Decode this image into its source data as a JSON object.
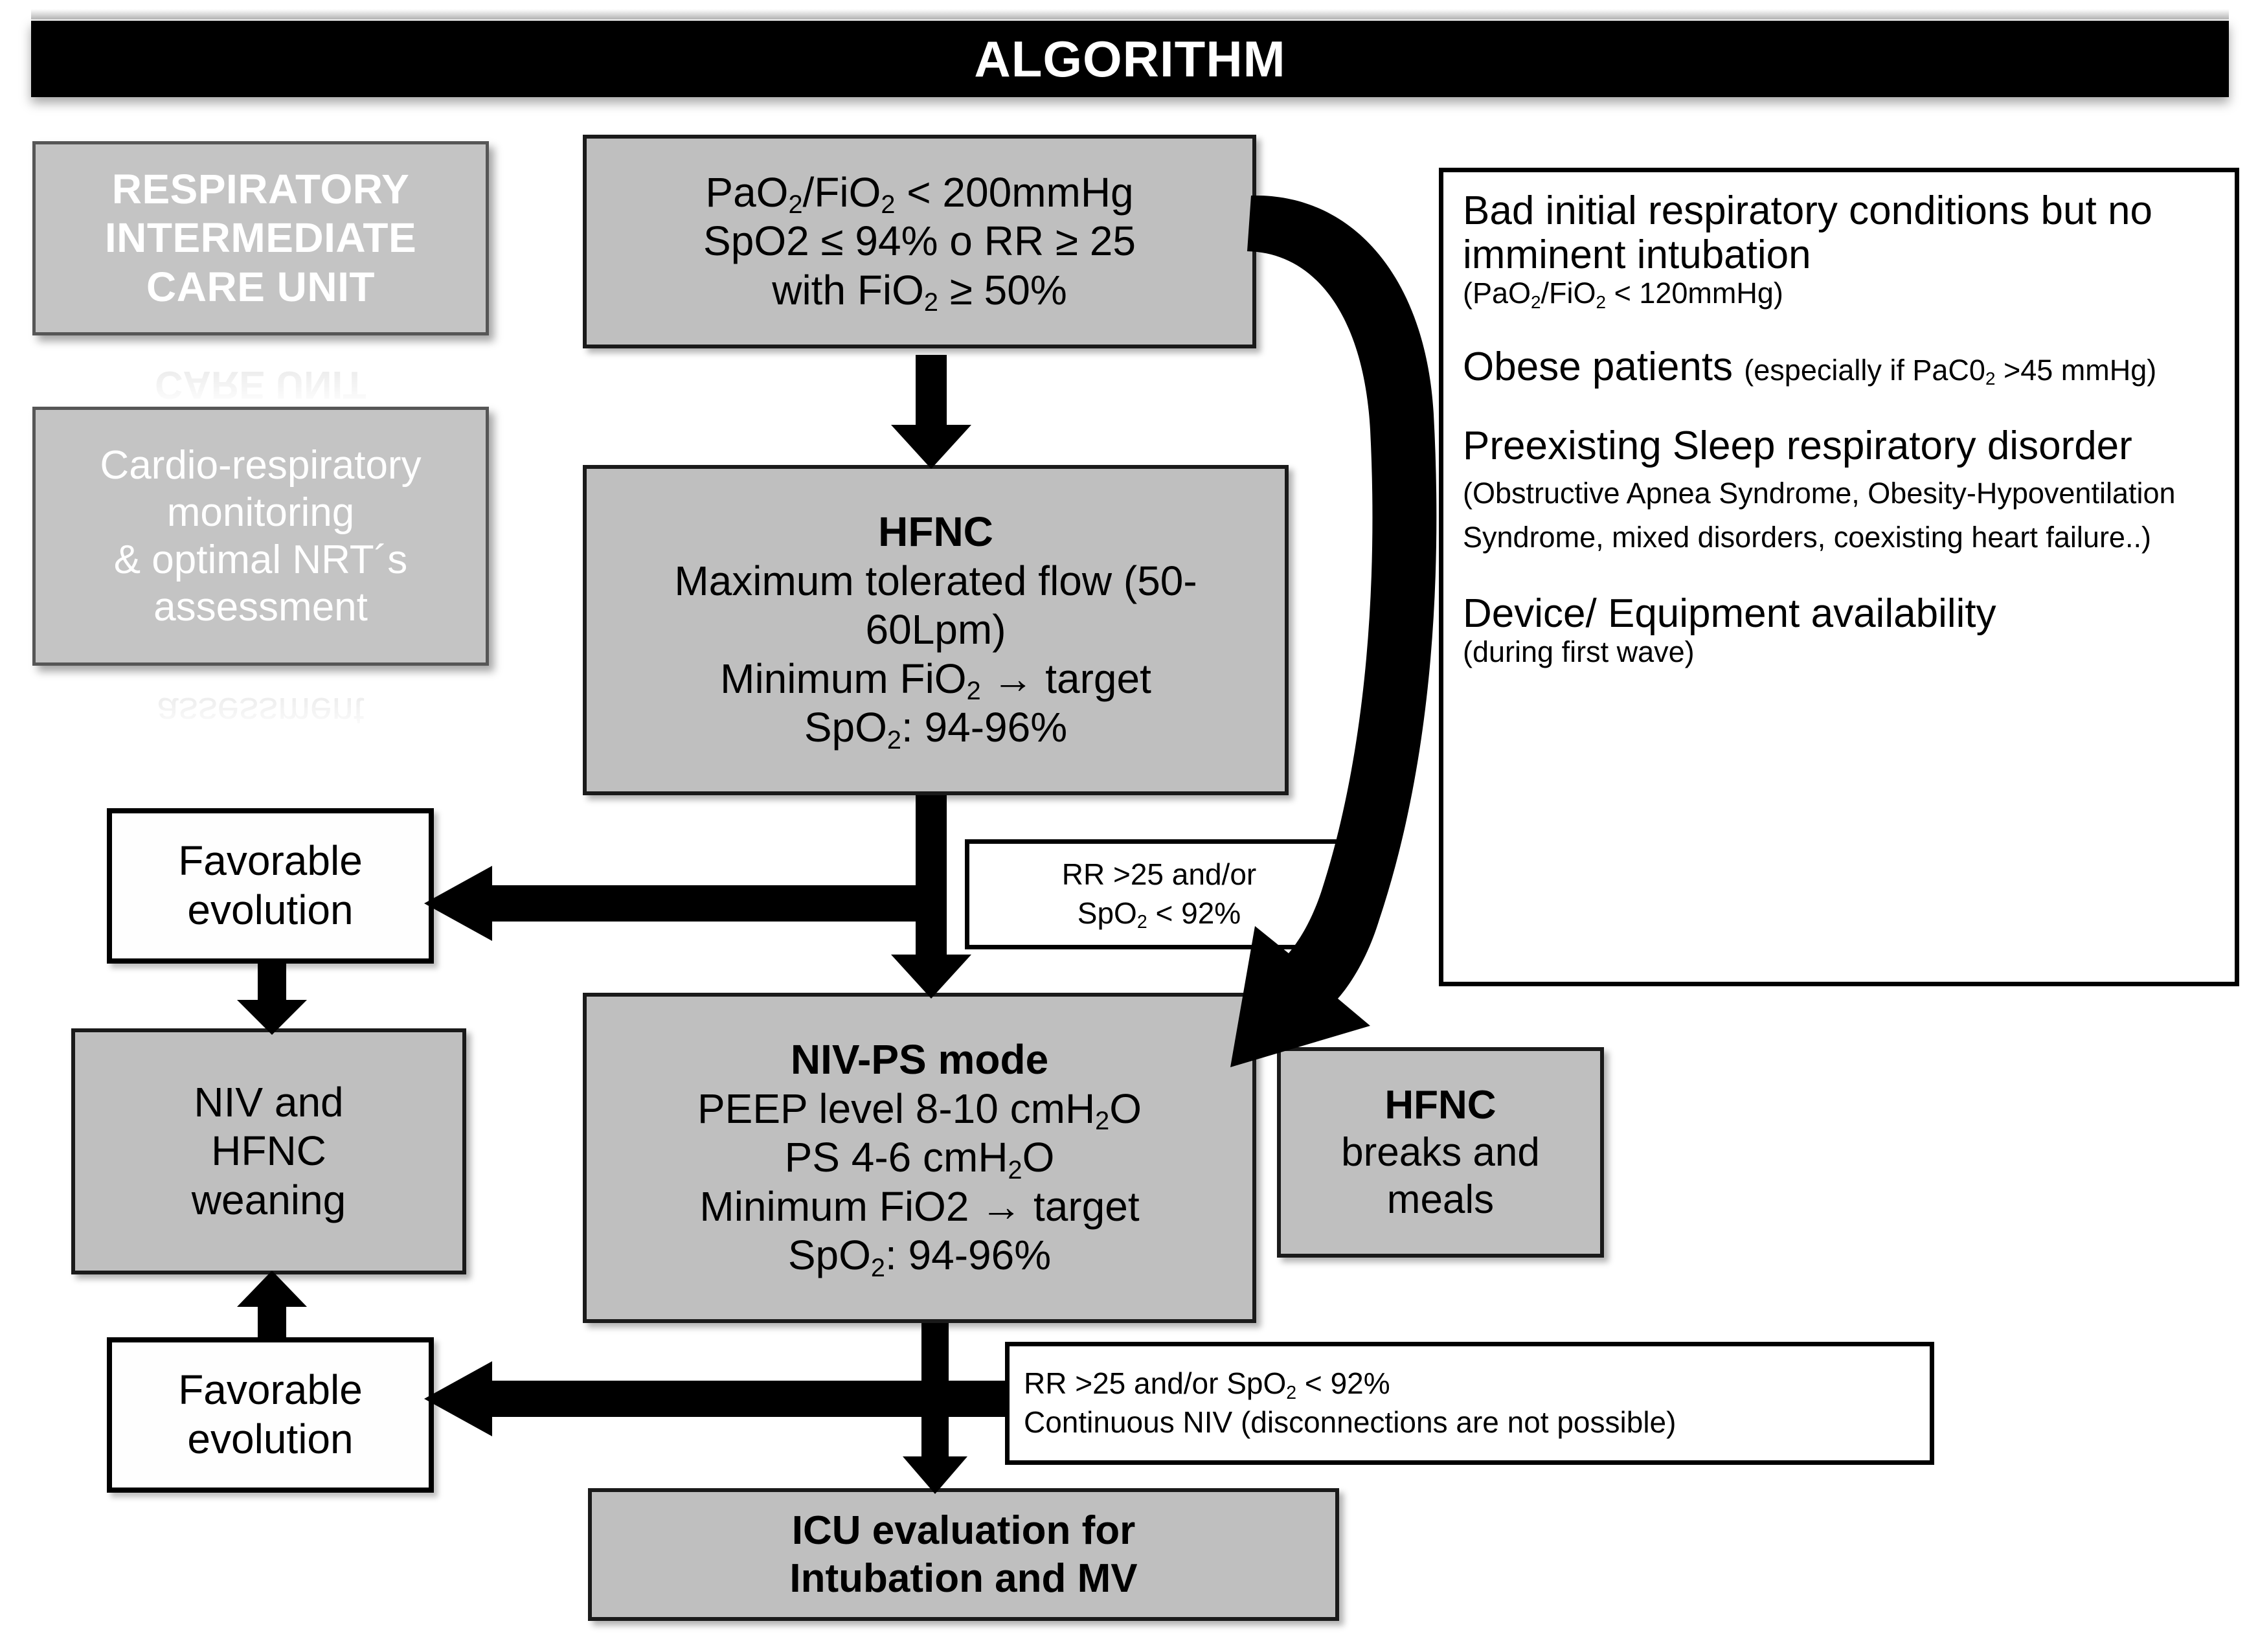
{
  "header": {
    "title": "ALGORITHM"
  },
  "left_column": {
    "unit_box": {
      "lines": [
        "RESPIRATORY",
        "INTERMEDIATE",
        "CARE UNIT"
      ]
    },
    "unit_box_reflection": "CARE UNIT",
    "monitoring_box": {
      "lines": [
        "Cardio-respiratory",
        "monitoring",
        "& optimal NRT´s",
        "assessment"
      ]
    },
    "monitoring_box_reflection": "assessment",
    "favorable_evolution_top": {
      "lines": [
        "Favorable",
        "evolution"
      ]
    },
    "weaning_box": {
      "lines": [
        "NIV and",
        "HFNC",
        "weaning"
      ]
    },
    "favorable_evolution_bottom": {
      "lines": [
        "Favorable",
        "evolution"
      ]
    }
  },
  "main_flow": {
    "entry_criteria": {
      "lines": [
        {
          "text": "PaO<sub>2</sub>/FiO<sub>2</sub> < 200mmHg",
          "html": true
        },
        {
          "text": "SpO2 ≤ 94% o RR ≥ 25",
          "html": false
        },
        {
          "text": "with FiO<sub>2</sub> ≥ 50%",
          "html": true
        }
      ]
    },
    "hfnc": {
      "title": "HFNC",
      "lines": [
        {
          "text": "Maximum tolerated flow (50-",
          "html": false
        },
        {
          "text": "60Lpm)",
          "html": false
        },
        {
          "text": "Minimum FiO<sub>2</sub> → target",
          "html": true
        },
        {
          "text": "SpO<sub>2</sub>: 94-96%",
          "html": true
        }
      ]
    },
    "niv_ps": {
      "title": "NIV-PS mode",
      "lines": [
        {
          "text": "PEEP level 8-10 cmH<sub>2</sub>O",
          "html": true
        },
        {
          "text": "PS 4-6 cmH<sub>2</sub>O",
          "html": true
        },
        {
          "text": "Minimum FiO2 → target",
          "html": false
        },
        {
          "text": "SpO<sub>2</sub>: 94-96%",
          "html": true
        }
      ]
    },
    "hfnc_breaks": {
      "title": "HFNC",
      "lines": [
        "breaks and",
        "meals"
      ]
    },
    "icu_evaluation": {
      "lines": [
        "ICU evaluation for",
        "Intubation and MV"
      ]
    }
  },
  "conditions": {
    "hfnc_failure": {
      "lines": [
        {
          "text": "RR >25 and/or",
          "html": false
        },
        {
          "text": "SpO<sub>2</sub> < 92%",
          "html": true
        }
      ]
    },
    "niv_failure": {
      "lines": [
        {
          "text": "RR >25 and/or SpO<sub>2</sub> < 92%",
          "html": true
        },
        {
          "text": "Continuous NIV (disconnections are not possible)",
          "html": false
        }
      ]
    }
  },
  "indications_panel": {
    "items": [
      {
        "main": "Bad initial respiratory conditions but no imminent intubation",
        "sub": "(PaO<sub>2</sub>/FiO<sub>2</sub> < 120mmHg)"
      },
      {
        "main": "Obese patients",
        "sub": "(especially if PaC0<sub>2</sub> >45 mmHg)",
        "inline": true
      },
      {
        "main": "Preexisting Sleep respiratory disorder",
        "sub": "(Obstructive Apnea Syndrome, Obesity-Hypoventilation Syndrome, mixed disorders, coexisting heart failure..)",
        "inline": true
      },
      {
        "main": "Device/ Equipment availability",
        "sub": "(during first wave)"
      }
    ]
  },
  "colors": {
    "banner_bg": "#000000",
    "banner_text": "#ffffff",
    "node_gray": "#bfbfbf",
    "node_border": "#000000",
    "arrow": "#000000",
    "page_bg": "#ffffff"
  }
}
